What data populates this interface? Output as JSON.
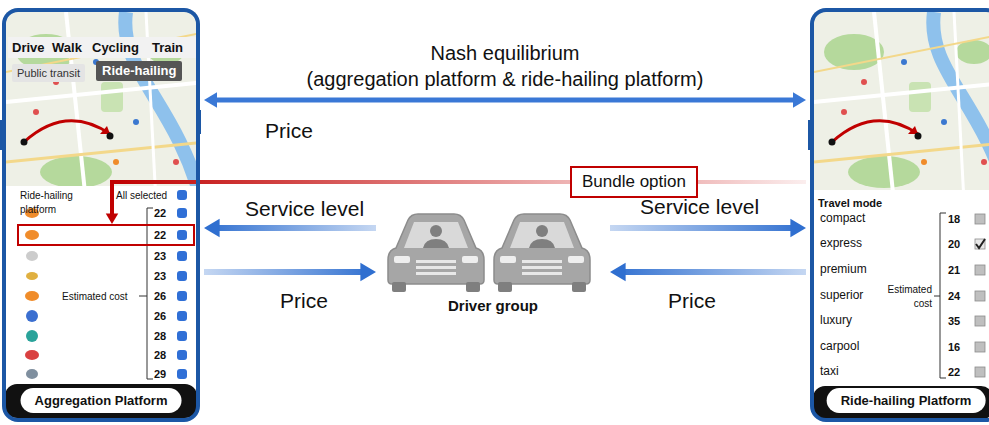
{
  "diagram": {
    "nodes": [
      {
        "text": [
          "Aggregation Platform"
        ]
      },
      {
        "text": [
          "Ride-hailing Platform"
        ]
      },
      {
        "text": [
          "Driver group"
        ]
      },
      {
        "text": [
          "Bundle option"
        ]
      },
      {
        "text": [
          "22"
        ],
        "in": 0
      }
    ],
    "edges": [
      {
        "from": 0,
        "to": 1,
        "arrow": "both",
        "label": "Nash equilibrium (aggregation platform & ride-hailing platform)"
      },
      {
        "from": 3,
        "to": 4,
        "arrow": "to",
        "label": "Price"
      },
      {
        "from": 2,
        "to": 0,
        "arrow": "to",
        "label": "Service level"
      },
      {
        "from": 0,
        "to": 2,
        "arrow": "to",
        "label": "Price"
      },
      {
        "from": 2,
        "to": 1,
        "arrow": "to",
        "label": "Service level"
      },
      {
        "from": 1,
        "to": 2,
        "arrow": "to",
        "label": "Price"
      }
    ],
    "labels": [
      "Drive",
      "Walk",
      "Cycling",
      "Train",
      "Public transit",
      "Ride-hailing",
      "Ride-hailing platform",
      "All selected",
      "22",
      "23",
      "23",
      "26",
      "26",
      "28",
      "28",
      "29",
      "Estimated cost",
      "Travel mode",
      "compact",
      "express",
      "premium",
      "superior",
      "luxury",
      "carpool",
      "taxi",
      "18",
      "20",
      "21",
      "24",
      "35",
      "16",
      "22",
      "Estimated cost"
    ]
  }
}
